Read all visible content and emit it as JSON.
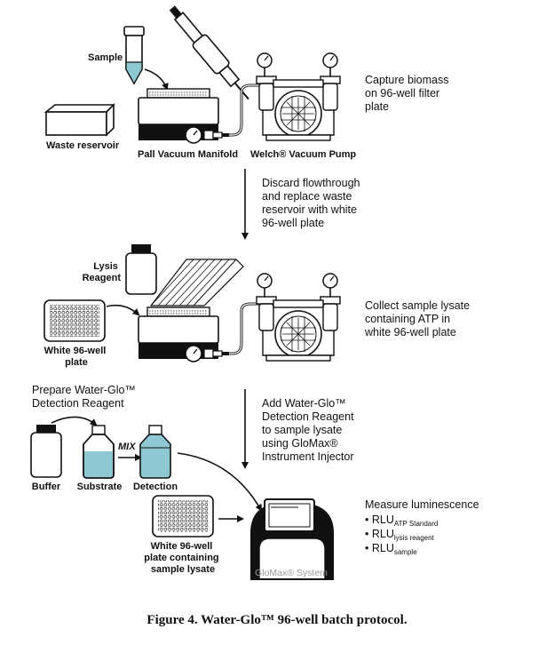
{
  "labels": {
    "sample": "Sample",
    "waste_reservoir": "Waste reservoir",
    "pall_manifold": "Pall Vacuum Manifold",
    "welch_pump": "Welch® Vacuum Pump",
    "lysis_reagent": [
      "Lysis",
      "Reagent"
    ],
    "white_plate": [
      "White 96-well",
      "plate"
    ],
    "buffer": "Buffer",
    "substrate": "Substrate",
    "detection": "Detection",
    "mix": "MIX",
    "white_plate_lysate": [
      "White 96-well",
      "plate containing",
      "sample lysate"
    ],
    "glomax_system": "GloMax® System"
  },
  "steps": {
    "capture": [
      "Capture biomass",
      "on 96-well filter",
      "plate"
    ],
    "discard": [
      "Discard flowthrough",
      "and replace waste",
      "reservoir with white",
      "96-well plate"
    ],
    "collect": [
      "Collect sample lysate",
      "containing ATP in",
      "white 96-well plate"
    ],
    "add": [
      "Add Water-Glo™",
      "Detection Reagent",
      "to sample lysate",
      "using GloMax®",
      "Instrument Injector"
    ],
    "prepare": [
      "Prepare Water-Glo™",
      "Detection Reagent"
    ],
    "measure": "Measure luminescence"
  },
  "rlu_items": [
    {
      "main": "• RLU",
      "sub": "ATP Standard"
    },
    {
      "main": "• RLU",
      "sub": "lysis reagent"
    },
    {
      "main": "• RLU",
      "sub": "sample"
    }
  ],
  "caption": "Figure 4. Water-Glo™ 96-well batch protocol.",
  "colors": {
    "liquid": "#8ec8d3",
    "ink": "#111111",
    "panel_gray": "#9a9a9a"
  }
}
